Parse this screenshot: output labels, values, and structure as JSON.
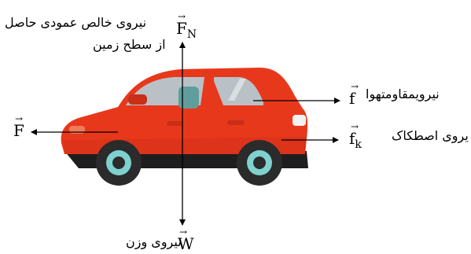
{
  "labels": {
    "normal_force_text": "نیروی خالص عمودی حاصل",
    "normal_force_text_line2": "از سطح زمین",
    "normal_force_symbol": "F",
    "normal_force_sub": "N",
    "air_resistance_text": "نیرویمقاومتهوا",
    "air_resistance_symbol": "f",
    "friction_text": "یروی اصطکاک",
    "friction_symbol": "f",
    "friction_sub": "k",
    "weight_text": "نیروی وزن",
    "weight_symbol": "W",
    "applied_force_symbol": "F",
    "vector_arrow": "→"
  },
  "colors": {
    "body": "#e8381c",
    "body_shadow": "#c92e17",
    "window": "#b9c1c7",
    "wheel": "#2b2b2b",
    "hub": "#7fd1cf",
    "chassis": "#1e1e1e",
    "arrow": "#000000"
  }
}
